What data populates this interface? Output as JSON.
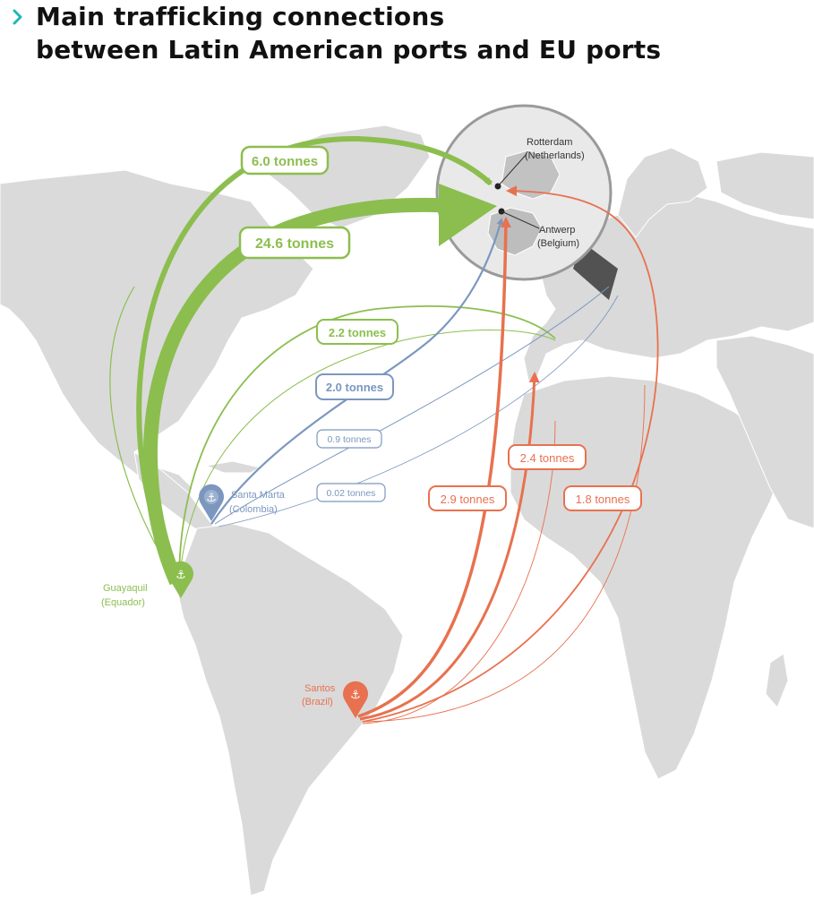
{
  "title": {
    "line1": "Main trafficking connections",
    "line2": "between Latin American ports and EU ports"
  },
  "colors": {
    "ecuador": "#8cbe4f",
    "colombia": "#7b97bf",
    "brazil": "#e8714f",
    "land": "#dadada",
    "accent": "#1fb8b8",
    "inset": "#cfcfcf"
  },
  "ports": {
    "rotterdam": {
      "name": "Rotterdam",
      "country": "(Netherlands)"
    },
    "antwerp": {
      "name": "Antwerp",
      "country": "(Belgium)"
    },
    "santa_marta": {
      "name": "Santa Marta",
      "country": "(Colombia)"
    },
    "guayaquil": {
      "name": "Guayaquil",
      "country": "(Equador)"
    },
    "santos": {
      "name": "Santos",
      "country": "(Brazil)"
    }
  },
  "flows": [
    {
      "id": "gy-rotterdam",
      "from": "Guayaquil",
      "to": "Rotterdam",
      "label": "6.0 tonnes",
      "tonnes": 6.0
    },
    {
      "id": "gy-antwerp",
      "from": "Guayaquil",
      "to": "Antwerp",
      "label": "24.6 tonnes",
      "tonnes": 24.6
    },
    {
      "id": "gy-iberia",
      "from": "Guayaquil",
      "to": "Iberian Peninsula",
      "label": "2.2 tonnes",
      "tonnes": 2.2
    },
    {
      "id": "sm-antwerp",
      "from": "Santa Marta",
      "to": "Antwerp",
      "label": "2.0 tonnes",
      "tonnes": 2.0
    },
    {
      "id": "sm-north",
      "from": "Santa Marta",
      "to": "Northern Europe",
      "label": "0.9 tonnes",
      "tonnes": 0.9
    },
    {
      "id": "sm-north2",
      "from": "Santa Marta",
      "to": "Northern Europe",
      "label": "0.02 tonnes",
      "tonnes": 0.02
    },
    {
      "id": "st-iberia",
      "from": "Santos",
      "to": "Iberian Peninsula",
      "label": "2.4 tonnes",
      "tonnes": 2.4
    },
    {
      "id": "st-antwerp",
      "from": "Santos",
      "to": "Antwerp",
      "label": "2.9 tonnes",
      "tonnes": 2.9
    },
    {
      "id": "st-rotterdam",
      "from": "Santos",
      "to": "Rotterdam",
      "label": "1.8 tonnes",
      "tonnes": 1.8
    }
  ]
}
